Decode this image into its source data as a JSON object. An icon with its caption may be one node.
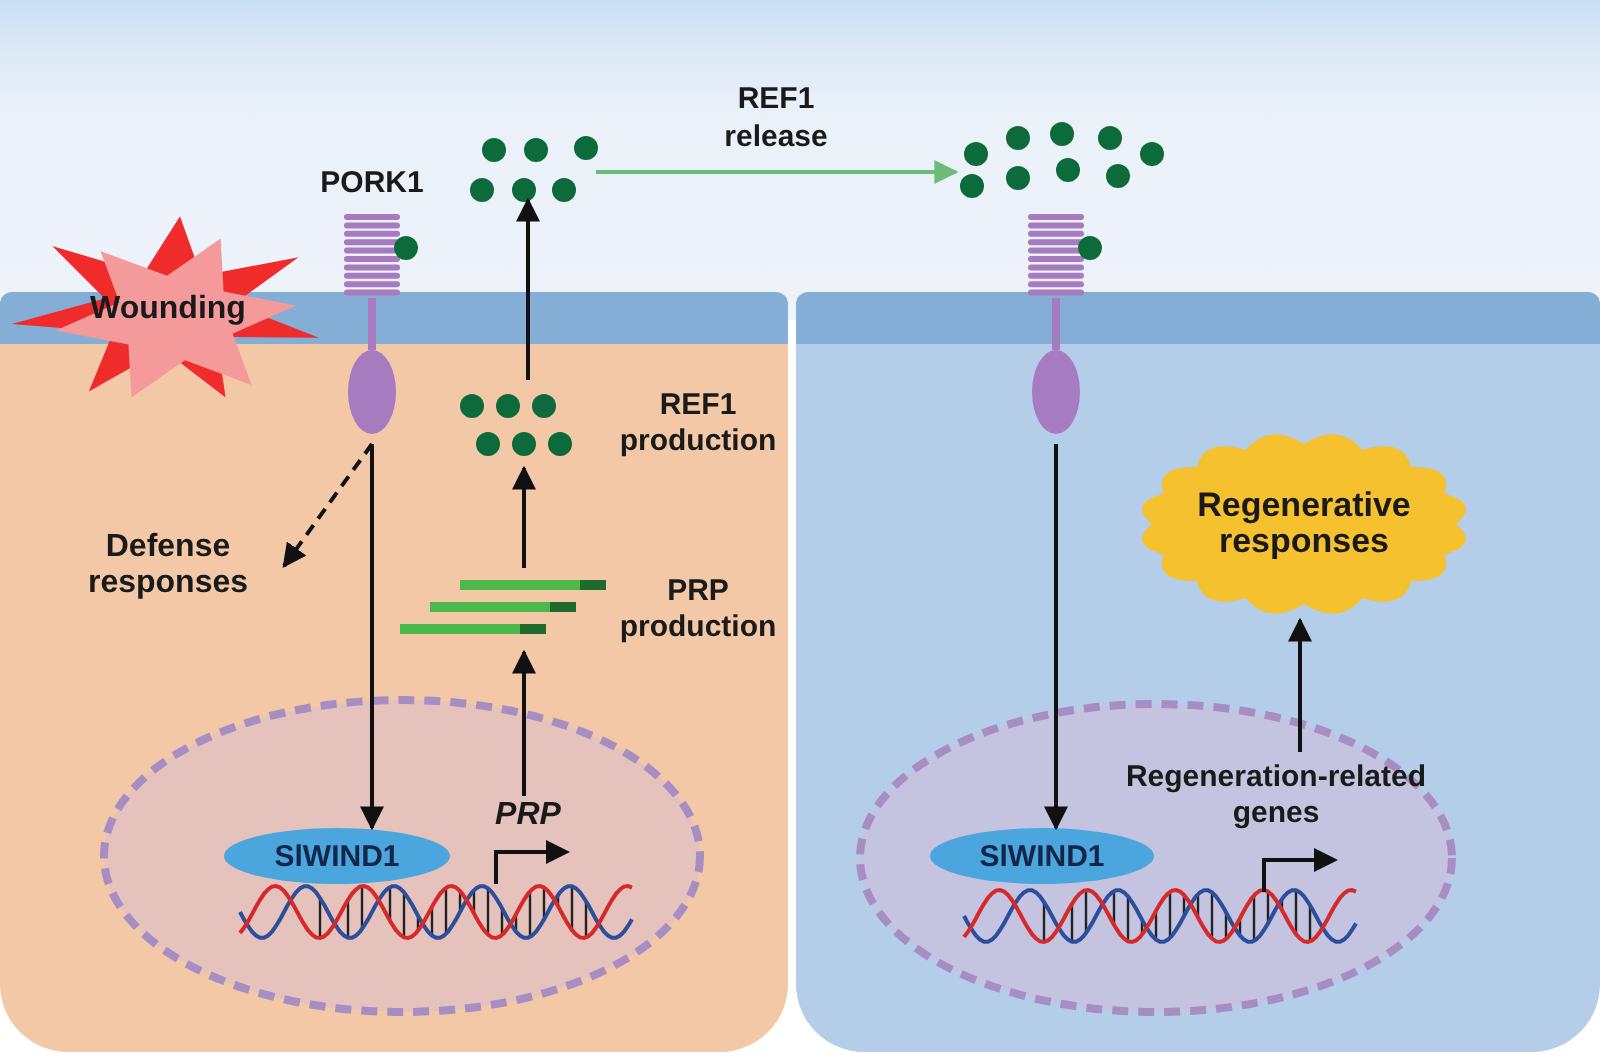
{
  "diagram": {
    "nodes": [
      {
        "text": [
          "Wounding"
        ]
      },
      {
        "text": [
          "PORK1"
        ]
      },
      {
        "text": [
          "Defense responses"
        ]
      },
      {
        "text": [],
        "shape": "circle"
      },
      {
        "text": [
          "SlWIND1"
        ],
        "in": 3
      },
      {
        "text": [
          "PRP"
        ],
        "in": 3
      },
      {
        "text": [
          "PRP production"
        ]
      },
      {
        "text": [
          "REF1 production"
        ]
      },
      {
        "text": [],
        "shape": "picture"
      },
      {
        "text": [],
        "shape": "picture"
      },
      {
        "text": [],
        "shape": "picture"
      },
      {
        "text": [],
        "shape": "circle"
      },
      {
        "text": [
          "SlWIND1"
        ],
        "in": 11
      },
      {
        "text": [
          "Regeneration-related genes"
        ],
        "in": 11
      },
      {
        "text": [
          "Regenerative responses"
        ]
      }
    ],
    "edges": [
      {
        "from": 1,
        "to": 2,
        "arrow": "to",
        "style": "dashed"
      },
      {
        "from": 1,
        "to": 4,
        "arrow": "to"
      },
      {
        "from": 5,
        "to": 6,
        "arrow": "to"
      },
      {
        "from": 6,
        "to": 7,
        "arrow": "to"
      },
      {
        "from": 7,
        "to": 8,
        "arrow": "to"
      },
      {
        "from": 8,
        "to": 9,
        "arrow": "to",
        "label": "REF1 release",
        "color": "#6dbb7a"
      },
      {
        "from": 10,
        "to": 12,
        "arrow": "to"
      },
      {
        "from": 13,
        "to": 14,
        "arrow": "to"
      }
    ]
  }
}
